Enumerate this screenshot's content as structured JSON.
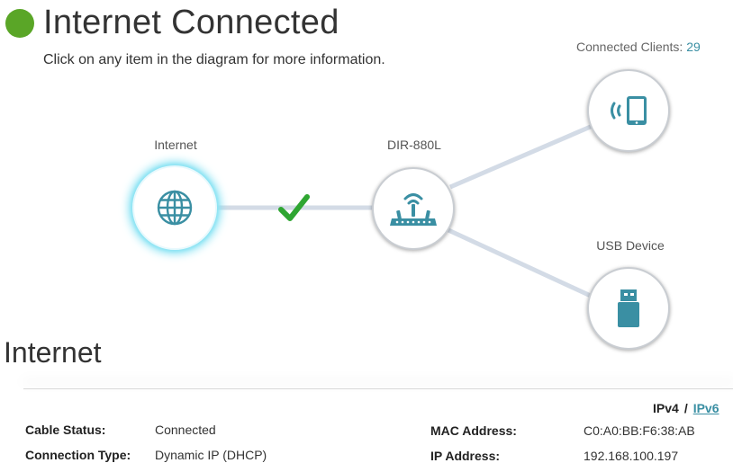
{
  "header": {
    "status_title": "Internet Connected",
    "subtitle": "Click on any item in the diagram for more information."
  },
  "diagram": {
    "internet_label": "Internet",
    "router_label": "DIR-880L",
    "clients_label": "Connected Clients:",
    "clients_count": "29",
    "usb_label": "USB Device",
    "icons": {
      "internet": "globe-icon",
      "router": "router-icon",
      "clients": "wireless-tablet-icon",
      "usb": "usb-drive-icon",
      "link_status": "checkmark-icon"
    }
  },
  "section": {
    "title": "Internet",
    "ipv4": "IPv4",
    "separator": "/",
    "ipv6": "IPv6"
  },
  "details": {
    "left": [
      {
        "label": "Cable Status:",
        "value": "Connected"
      },
      {
        "label": "Connection Type:",
        "value": "Dynamic IP (DHCP)"
      }
    ],
    "right": [
      {
        "label": "MAC Address:",
        "value": "C0:A0:BB:F6:38:AB"
      },
      {
        "label": "IP Address:",
        "value": "192.168.100.197"
      }
    ]
  },
  "colors": {
    "status_ok": "#5aa627",
    "icon_teal": "#3a8fa3",
    "link_line": "#d3dbe6",
    "check_green": "#2fa632"
  }
}
